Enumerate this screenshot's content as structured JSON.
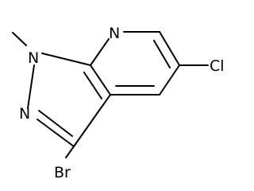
{
  "structure": {
    "atoms": {
      "n_pyridine": "N",
      "n_methyl": "N",
      "n_pyrazole": "N",
      "chlorine": "Cl",
      "bromine": "Br"
    },
    "colors": {
      "bond": "#000000",
      "label": "#000000",
      "background": "#ffffff"
    }
  }
}
